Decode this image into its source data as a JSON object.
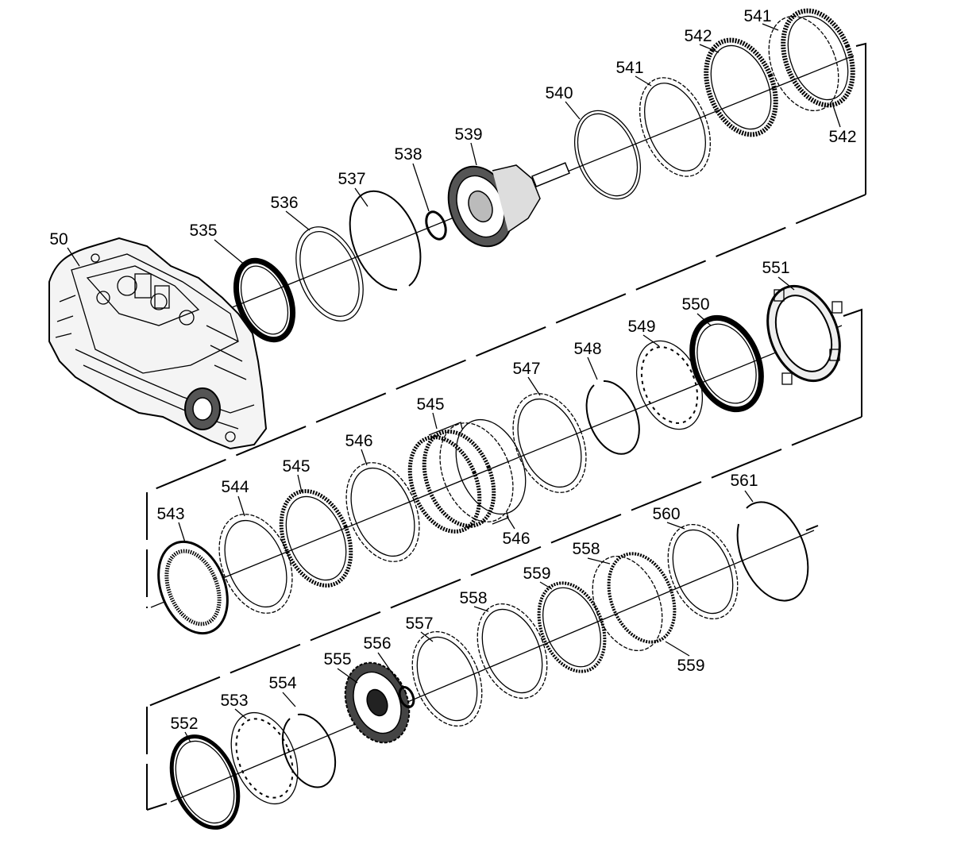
{
  "labels": {
    "p50": "50",
    "p535": "535",
    "p536": "536",
    "p537": "537",
    "p538": "538",
    "p539": "539",
    "p540": "540",
    "p541a": "541",
    "p541b": "541",
    "p542a": "542",
    "p542b": "542",
    "p543": "543",
    "p544": "544",
    "p545a": "545",
    "p545b": "545",
    "p546a": "546",
    "p546b": "546",
    "p547": "547",
    "p548": "548",
    "p549": "549",
    "p550": "550",
    "p551": "551",
    "p552": "552",
    "p553": "553",
    "p554": "554",
    "p555": "555",
    "p556": "556",
    "p557": "557",
    "p558a": "558",
    "p558b": "558",
    "p559a": "559",
    "p559b": "559",
    "p560": "560",
    "p561": "561"
  }
}
